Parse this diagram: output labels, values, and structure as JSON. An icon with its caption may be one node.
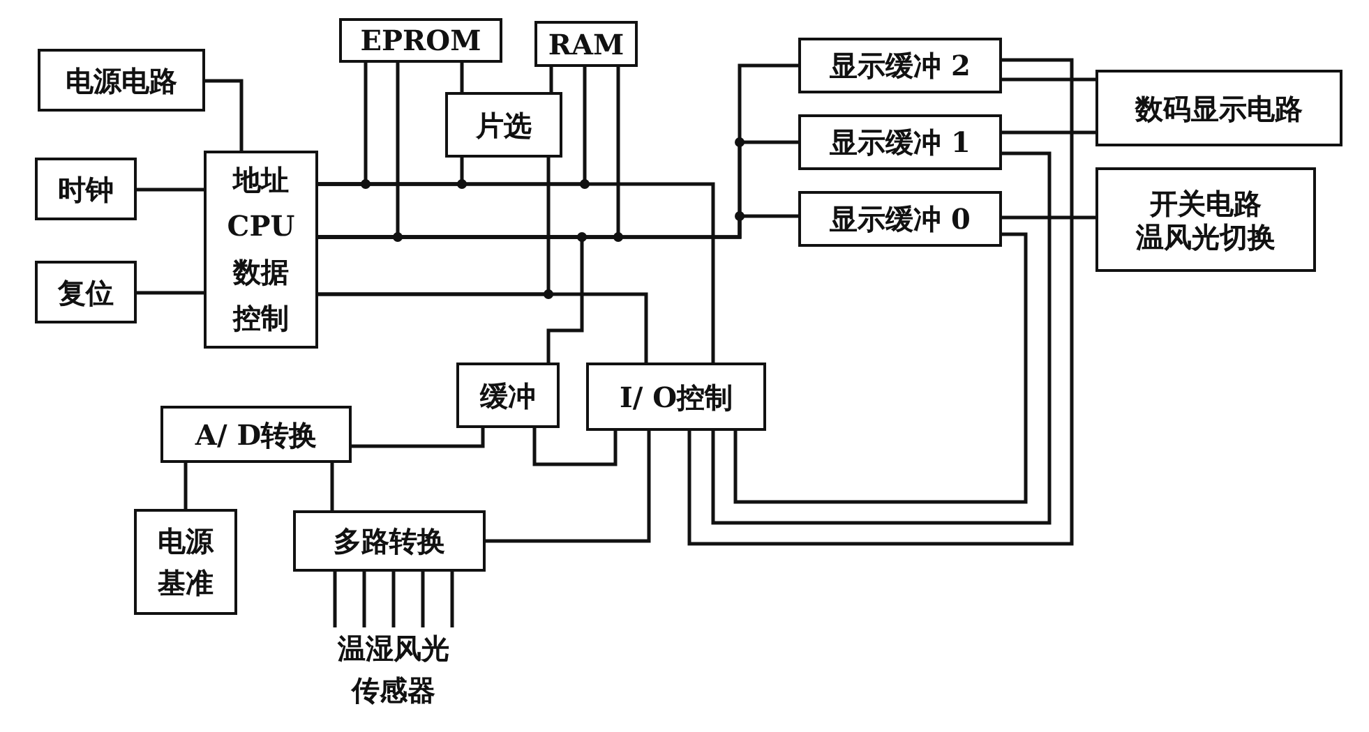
{
  "diagram": {
    "nodes": [
      {
        "text": [
          "电源电路"
        ]
      },
      {
        "text": [
          "时钟"
        ]
      },
      {
        "text": [
          "复位"
        ]
      },
      {
        "text": [
          "地址",
          "CPU",
          "数据",
          "控制"
        ]
      },
      {
        "text": [
          "EPROM"
        ]
      },
      {
        "text": [
          "RAM"
        ]
      },
      {
        "text": [
          "片选"
        ]
      },
      {
        "text": [
          "显示缓冲 2"
        ]
      },
      {
        "text": [
          "显示缓冲 1"
        ]
      },
      {
        "text": [
          "显示缓冲 0"
        ]
      },
      {
        "text": [
          "数码显示电路"
        ]
      },
      {
        "text": [
          "开关电路",
          "温风光切换"
        ]
      },
      {
        "text": [
          "缓冲"
        ]
      },
      {
        "text": [
          "I/ O控制"
        ]
      },
      {
        "text": [
          "A/ D转换"
        ]
      },
      {
        "text": [
          "电源基准"
        ]
      },
      {
        "text": [
          "多路转换"
        ]
      },
      {
        "text": [
          "温湿风光传感器"
        ]
      }
    ],
    "edges": [
      {
        "from": 0,
        "to": 3,
        "arrow": "none"
      },
      {
        "from": 1,
        "to": 3,
        "arrow": "none"
      },
      {
        "from": 2,
        "to": 3,
        "arrow": "none"
      },
      {
        "from": 3,
        "to": 4,
        "arrow": "none"
      },
      {
        "from": 3,
        "to": 6,
        "arrow": "none"
      },
      {
        "from": 3,
        "to": 5,
        "arrow": "none"
      },
      {
        "from": 3,
        "to": 13,
        "arrow": "none"
      },
      {
        "from": 3,
        "to": 4,
        "arrow": "none"
      },
      {
        "from": 3,
        "to": 5,
        "arrow": "none"
      },
      {
        "from": 3,
        "to": 12,
        "arrow": "none"
      },
      {
        "from": 3,
        "to": 7,
        "arrow": "none"
      },
      {
        "from": 3,
        "to": 8,
        "arrow": "none"
      },
      {
        "from": 3,
        "to": 9,
        "arrow": "none"
      },
      {
        "from": 3,
        "to": 6,
        "arrow": "none"
      },
      {
        "from": 3,
        "to": 13,
        "arrow": "none"
      },
      {
        "from": 6,
        "to": 4,
        "arrow": "none"
      },
      {
        "from": 6,
        "to": 5,
        "arrow": "none"
      },
      {
        "from": 12,
        "to": 14,
        "arrow": "none"
      },
      {
        "from": 12,
        "to": 13,
        "arrow": "none"
      },
      {
        "from": 13,
        "to": 16,
        "arrow": "none"
      },
      {
        "from": 13,
        "to": 7,
        "arrow": "none"
      },
      {
        "from": 13,
        "to": 8,
        "arrow": "none"
      },
      {
        "from": 13,
        "to": 9,
        "arrow": "none"
      },
      {
        "from": 7,
        "to": 10,
        "arrow": "none"
      },
      {
        "from": 8,
        "to": 10,
        "arrow": "none"
      },
      {
        "from": 9,
        "to": 11,
        "arrow": "none"
      },
      {
        "from": 14,
        "to": 15,
        "arrow": "none"
      },
      {
        "from": 14,
        "to": 16,
        "arrow": "none"
      },
      {
        "from": 17,
        "to": 16,
        "arrow": "none"
      },
      {
        "from": 17,
        "to": 16,
        "arrow": "none"
      },
      {
        "from": 17,
        "to": 16,
        "arrow": "none"
      },
      {
        "from": 17,
        "to": 16,
        "arrow": "none"
      },
      {
        "from": 17,
        "to": 16,
        "arrow": "none"
      }
    ]
  }
}
